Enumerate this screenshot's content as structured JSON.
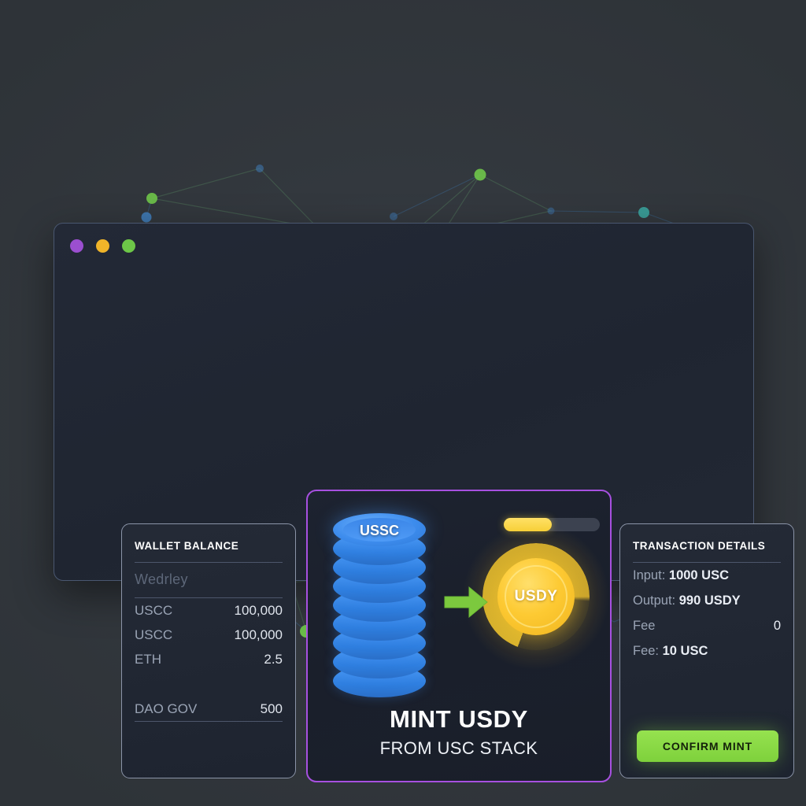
{
  "window": {
    "controls": [
      {
        "name": "close",
        "color": "#9b4fd0"
      },
      {
        "name": "minimize",
        "color": "#f0b429"
      },
      {
        "name": "maximize",
        "color": "#6dc748"
      }
    ]
  },
  "wallet": {
    "title": "WALLET BALANCE",
    "subtitle": "Wedrley",
    "rows": [
      {
        "symbol": "USCC",
        "value": "100,000"
      },
      {
        "symbol": "USCC",
        "value": "100,000"
      },
      {
        "symbol": "ETH",
        "value": "2.5"
      }
    ],
    "gov_row": {
      "symbol": "DAO GOV",
      "value": "500"
    }
  },
  "mint": {
    "stack_label": "USSC",
    "coin_label": "USDY",
    "arrow_icon": "arrow-right-icon",
    "progress_percent": 50,
    "heading": "MINT USDY",
    "subheading": "FROM USC STACK",
    "border_color": "#a750e0"
  },
  "transaction": {
    "title": "TRANSACTION DETAILS",
    "input_label": "Input:",
    "input_value": "1000 USC",
    "output_label": "Output:",
    "output_value": "990 USDY",
    "fee_label": "Fee",
    "fee_value": "0",
    "fee_detail_label": "Fee:",
    "fee_detail_value": "10 USC",
    "confirm_label": "CONFIRM MINT",
    "confirm_color": "#86d83f"
  },
  "background": {
    "node_color_green": "#6ec34a",
    "node_color_blue": "#3f7cb8",
    "node_color_teal": "#3aa39c"
  }
}
